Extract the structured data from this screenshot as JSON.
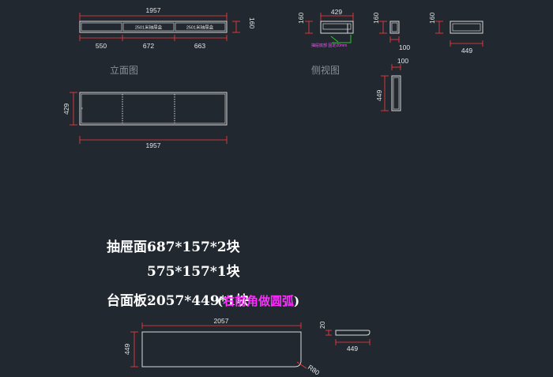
{
  "drawing": {
    "front_view": {
      "label": "立面图",
      "overall_width": "1957",
      "height": "160",
      "segments": [
        "550",
        "672",
        "663"
      ],
      "drawer_labels": [
        "2501米抽屉盒",
        "2501米抽屉盒"
      ]
    },
    "front_view_lower": {
      "overall_width": "1957",
      "height": "429"
    },
    "side_view": {
      "label": "侧视图",
      "depth": "429",
      "height": "160",
      "note": "抽屉底部 固定20mm"
    },
    "small_part": {
      "height": "160",
      "width": "100"
    },
    "panel_piece": {
      "width": "100",
      "height": "449"
    },
    "right_part": {
      "height": "160",
      "width": "449"
    },
    "notes": {
      "drawer_face_label": "抽屉面:",
      "drawer_face_line1": "687*157*2块",
      "drawer_face_line2": "575*157*1块",
      "countertop_label": "台面板:",
      "countertop_value": "2057*449*1块",
      "countertop_open": "(",
      "countertop_note": "右前角做圆弧",
      "countertop_close": ")"
    },
    "countertop_plan": {
      "width": "2057",
      "depth": "449",
      "radius": "R80"
    },
    "countertop_section": {
      "thickness": "20",
      "depth": "449"
    }
  }
}
